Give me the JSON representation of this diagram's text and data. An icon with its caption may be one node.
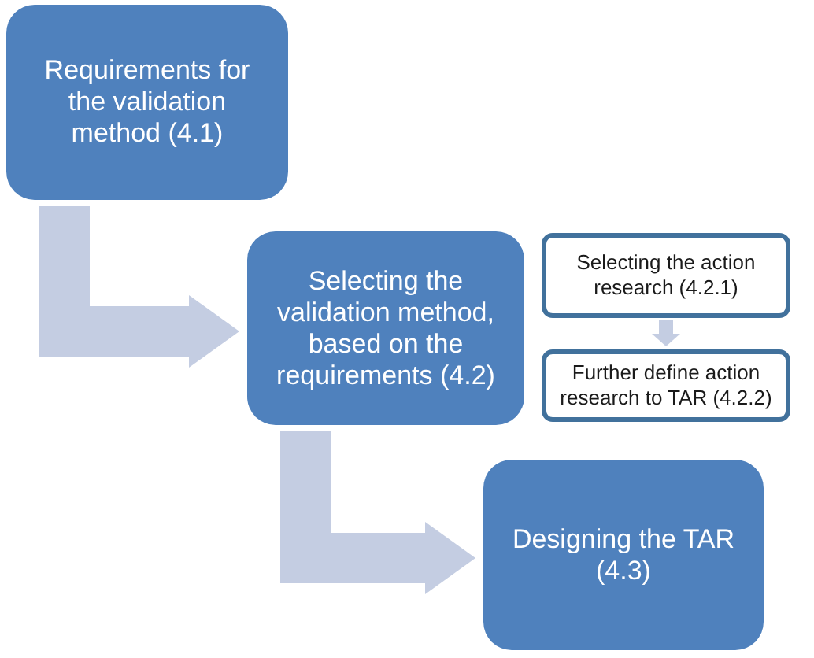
{
  "diagram": {
    "nodes": [
      {
        "text": [
          "Requirements for the validation method (4.1)"
        ]
      },
      {
        "text": [
          "Selecting the validation method, based on the requirements (4.2)"
        ]
      },
      {
        "text": [
          "Selecting the action research (4.2.1)"
        ]
      },
      {
        "text": [
          "Further define action research to TAR (4.2.2)"
        ]
      },
      {
        "text": [
          "Designing the TAR (4.3)"
        ]
      }
    ],
    "edges": [
      {
        "from": 0,
        "to": 1,
        "arrow": "to"
      },
      {
        "from": 2,
        "to": 3,
        "arrow": "to"
      },
      {
        "from": 1,
        "to": 4,
        "arrow": "to"
      }
    ]
  }
}
